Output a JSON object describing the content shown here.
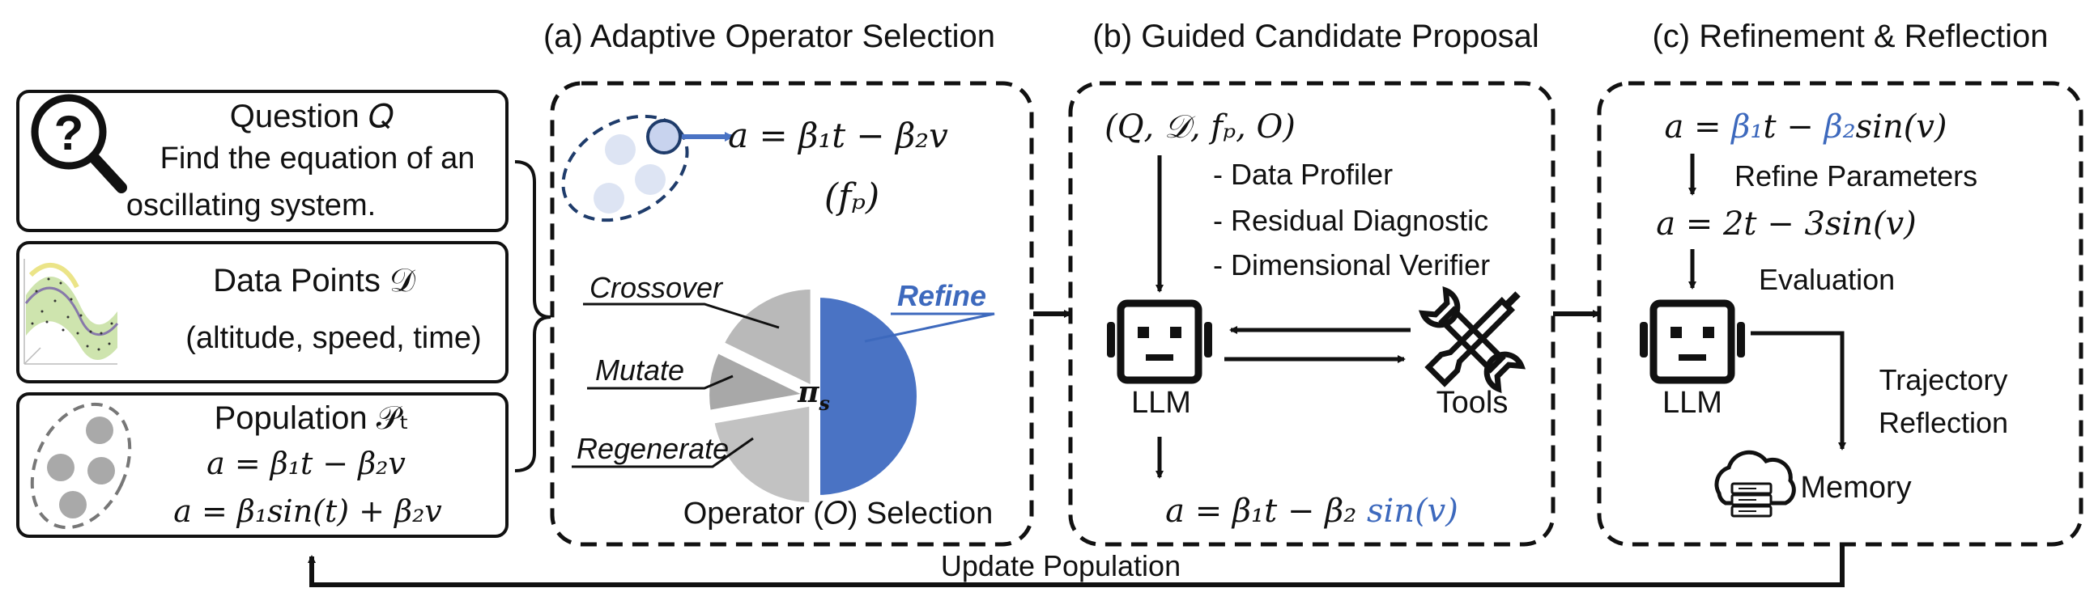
{
  "sections": {
    "a_title": "(a) Adaptive Operator Selection",
    "b_title": "(b) Guided Candidate Proposal",
    "c_title": "(c) Refinement & Reflection"
  },
  "inputs": {
    "question_title": "Question 𝑄",
    "question_line1": "Find the equation of an",
    "question_line2": "oscillating system.",
    "data_title": "Data Points 𝒟",
    "data_vars": "(altitude, speed, time)",
    "population_title": "Population 𝒫ₜ",
    "population_eq1": "𝑎 = β₁𝑡 − β₂𝑣",
    "population_eq2": "𝑎 = β₁𝑠𝑖𝑛(𝑡) + β₂𝑣"
  },
  "operator_selection": {
    "selected_eq": "𝑎 = β₁𝑡 − β₂𝑣",
    "fitness": "(𝑓ₚ)",
    "policy_label": "π",
    "policy_sub": "s",
    "caption": "Operator (𝑂) Selection",
    "operators": [
      {
        "name": "Crossover",
        "share": 0.16,
        "color": "#b9b9b9",
        "label_color": "#111111"
      },
      {
        "name": "Mutate",
        "share": 0.09,
        "color": "#a8a8a8",
        "label_color": "#111111"
      },
      {
        "name": "Regenerate",
        "share": 0.2,
        "color": "#c2c2c2",
        "label_color": "#111111"
      },
      {
        "name": "Refine",
        "share": 0.45,
        "color": "#4a73c4",
        "label_color": "#3d69bd"
      }
    ]
  },
  "candidate_proposal": {
    "inputs_tuple": "(𝑄, 𝒟, 𝑓ₚ, 𝑂)",
    "tools_list": [
      "- Data Profiler",
      "- Residual Diagnostic",
      "- Dimensional Verifier"
    ],
    "llm_label": "LLM",
    "tools_label": "Tools",
    "output_eq_prefix": "𝑎 = β₁𝑡 − β₂ ",
    "output_eq_highlight": "𝑠𝑖𝑛(𝑣)"
  },
  "refinement": {
    "eq_a": "𝑎 = ",
    "eq_beta1": "β₁",
    "eq_mid": "𝑡 − ",
    "eq_beta2": "β₂",
    "eq_end": "𝑠𝑖𝑛(𝑣)",
    "refine_label": "Refine Parameters",
    "refined_eq": "𝑎 = 2𝑡 − 3𝑠𝑖𝑛(𝑣)",
    "evaluation_label": "Evaluation",
    "llm_label": "LLM",
    "trajectory_label_1": "Trajectory",
    "trajectory_label_2": "Reflection",
    "memory_label": "Memory"
  },
  "update_label": "Update Population",
  "colors": {
    "accent_blue": "#3d69bd",
    "dashed_navy": "#1f3c6b",
    "grey_dot": "#a9a9a9"
  }
}
